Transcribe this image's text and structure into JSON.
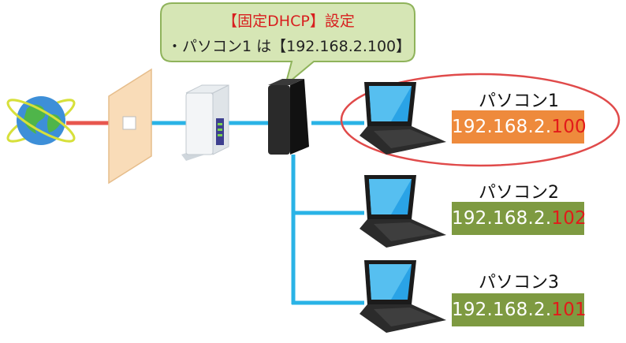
{
  "callout": {
    "title": "【固定DHCP】設定",
    "line": "・パソコン1 は【192.168.2.100】"
  },
  "pcs": [
    {
      "name": "パソコン1",
      "ip_prefix": "192.168.2.",
      "ip_suffix": "100",
      "box_color": "#ee8a3c"
    },
    {
      "name": "パソコン2",
      "ip_prefix": "192.168.2.",
      "ip_suffix": "102",
      "box_color": "#7e9a41"
    },
    {
      "name": "パソコン3",
      "ip_prefix": "192.168.2.",
      "ip_suffix": "101",
      "box_color": "#7e9a41"
    }
  ],
  "colors": {
    "internet_line": "#e8564e",
    "lan_line": "#2ab3e6",
    "callout_fill": "#d6e6b5",
    "callout_border": "#8fb35b",
    "highlight_ellipse": "#e04a4a"
  },
  "icons": [
    "globe-icon",
    "wall-socket-icon",
    "onu-modem-icon",
    "wifi-router-icon",
    "laptop-icon"
  ]
}
